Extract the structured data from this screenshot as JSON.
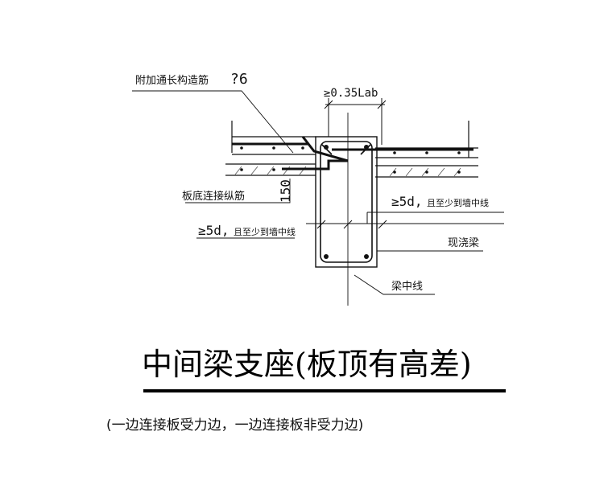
{
  "labels": {
    "additional_rebar": "附加通长构造筋",
    "additional_rebar_spec": "?6",
    "anchorage": "≥0.35Lab",
    "bottom_rebar": "板底连接纵筋",
    "depth": "150",
    "extend_right_main": "≥5d,",
    "extend_right_note": "且至少到墙中线",
    "extend_left_main": "≥5d,",
    "extend_left_note": "且至少到墙中线",
    "cast_beam": "现浇梁",
    "beam_centerline": "梁中线"
  },
  "title": "中间梁支座(板顶有高差)",
  "subtitle": "(一边连接板受力边，一边连接板非受力边)",
  "colors": {
    "ink": "#111111",
    "hatch": "#555555"
  }
}
